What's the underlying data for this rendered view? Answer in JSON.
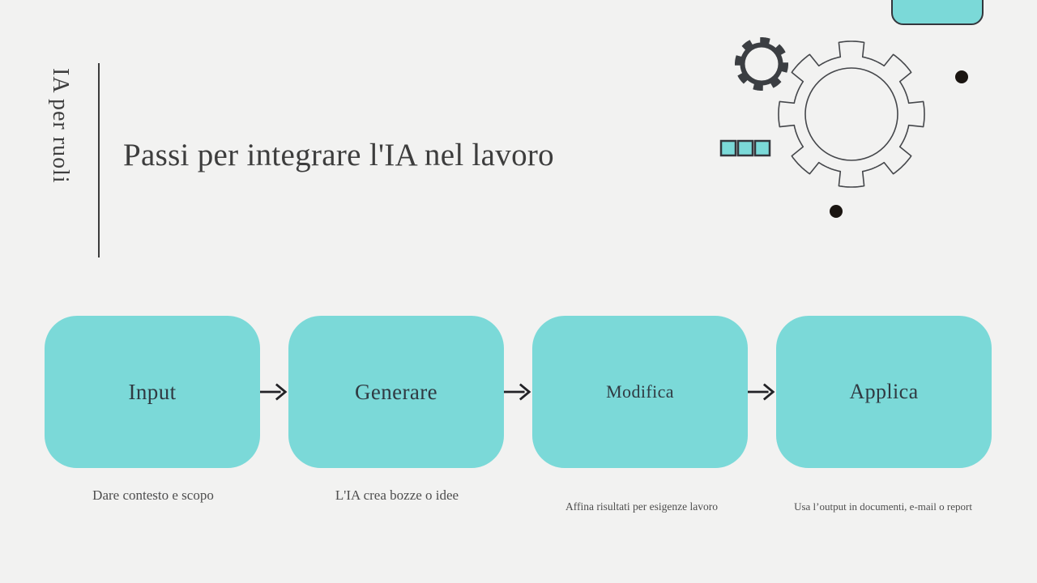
{
  "header": {
    "vertical_label": "IA per ruoli",
    "title": "Passi per integrare l'IA nel lavoro"
  },
  "steps": [
    {
      "label": "Input",
      "caption": "Dare contesto e scopo"
    },
    {
      "label": "Generare",
      "caption": "L'IA crea bozze o idee"
    },
    {
      "label": "Modifica",
      "caption": "Affina risultati per esigenze lavoro"
    },
    {
      "label": "Applica",
      "caption": "Usa l’output in documenti, e-mail o report"
    }
  ],
  "colors": {
    "background": "#f2f2f1",
    "accent_teal": "#7bd9d8",
    "outline_dark": "#33363c",
    "title_text": "#3d3d3d",
    "label_text": "#303a42",
    "caption_text": "#4e4e4e",
    "arrow": "#222226"
  },
  "decor": {
    "icons": [
      "gear-filled-icon",
      "gear-outline-icon",
      "dot-icon",
      "dot-icon",
      "rounded-tab-shape",
      "square-icon",
      "square-icon",
      "square-icon",
      "arrow-right-icon",
      "arrow-right-icon",
      "arrow-right-icon"
    ]
  }
}
